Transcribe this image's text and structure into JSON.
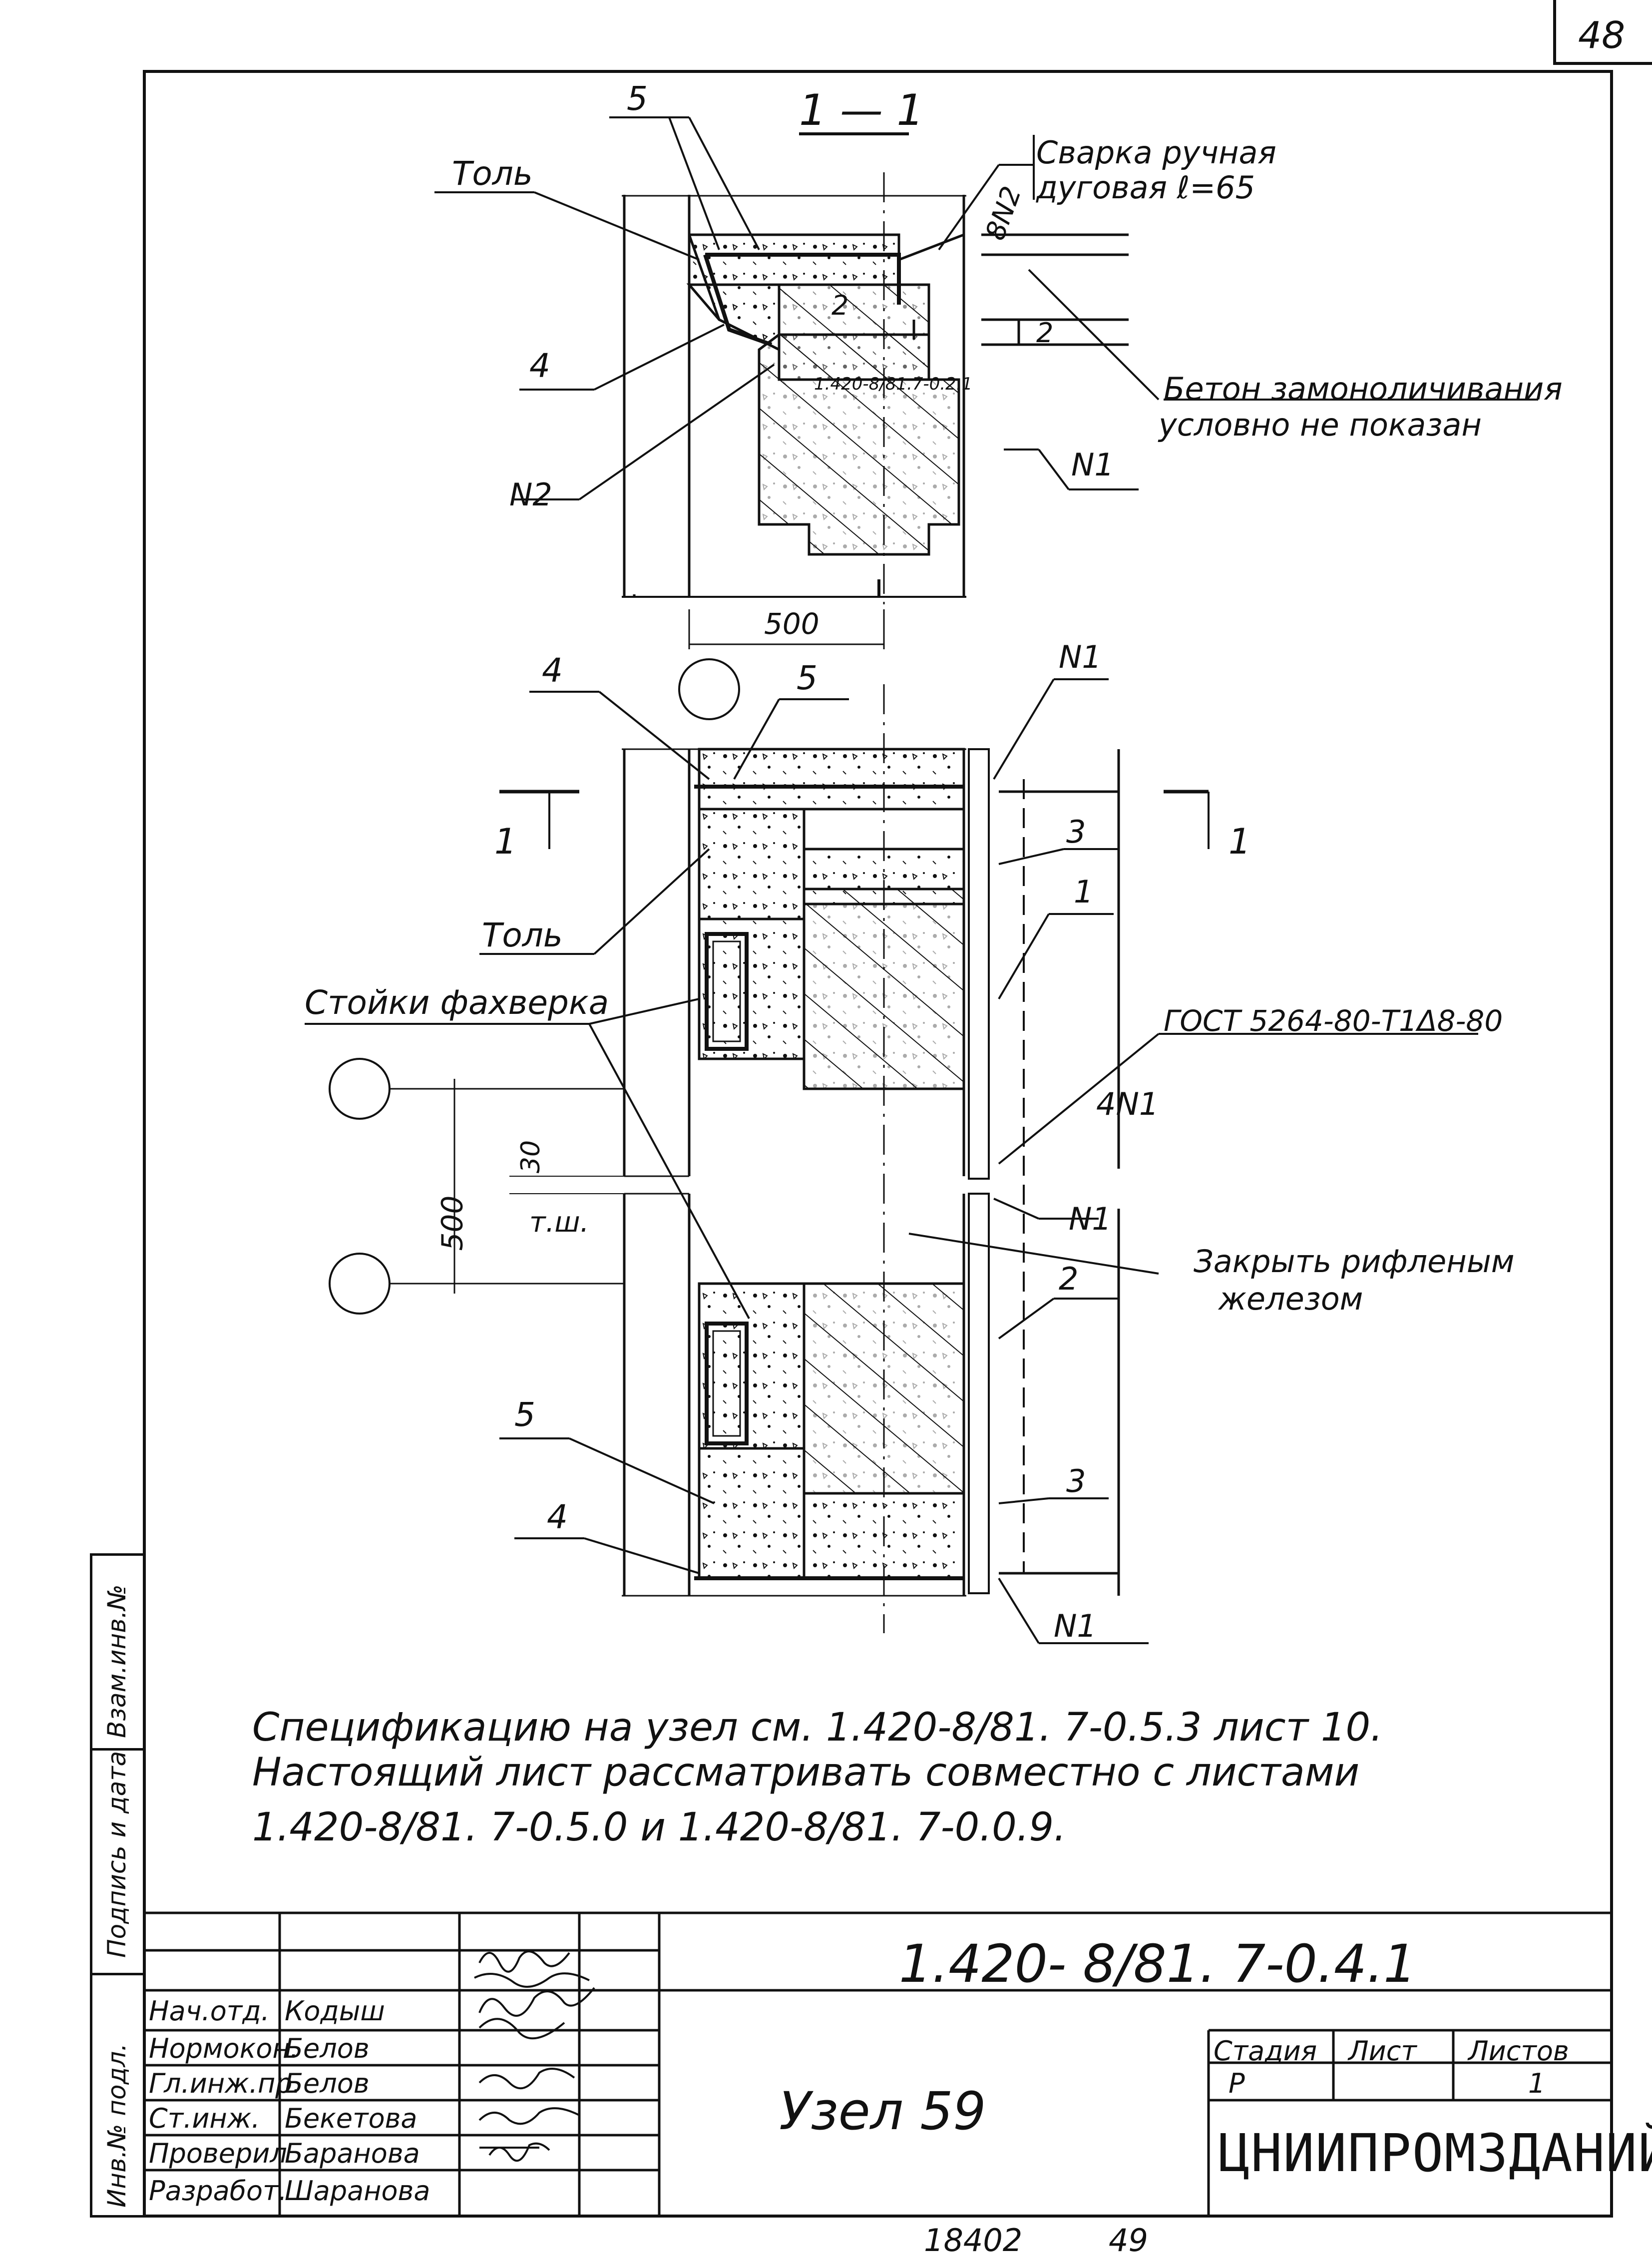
{
  "sheet_number": "48",
  "section_title": "1 — 1",
  "callouts": {
    "tol_top": "Толь",
    "five_top": "5",
    "weld_line1": "Сварка ручная",
    "weld_line2": "дуговая ℓ=65",
    "weld_tag": "8N2",
    "concrete_line1": "Бетон замоноличивания",
    "concrete_line2": "условно не показан",
    "four_top": "4",
    "n2": "N2",
    "n1_top": "N1",
    "two_a": "2",
    "two_b": "2",
    "ref_inner": "1.420-8/81.7-0.2.1",
    "dim_500_top": "500",
    "four_mid": "4",
    "five_mid": "5",
    "n1_mid": "N1",
    "three_a": "3",
    "one_a": "1",
    "sec_left": "1",
    "sec_right": "1",
    "tol_mid": "Толь",
    "stoiki": "Стойки фахверка",
    "gost": "ГОСТ 5264-80-Т1Δ8-80",
    "four_n1": "4N1",
    "dim_30": "30",
    "dim_500_left": "500",
    "tsh": "т.ш.",
    "n1_lower": "N1",
    "close_line1": "Закрыть рифленым",
    "close_line2": "железом",
    "two_c": "2",
    "five_low": "5",
    "three_b": "3",
    "four_low": "4",
    "n1_bottom": "N1"
  },
  "notes": {
    "line1": "Спецификацию на узел см. 1.420-8/81. 7-0.5.3 лист 10.",
    "line2": "Настоящий лист рассматривать совместно с листами",
    "line3": "1.420-8/81. 7-0.5.0 и 1.420-8/81. 7-0.0.9."
  },
  "title_block": {
    "doc_code": "1.420- 8/81. 7-0.4.1",
    "node_title": "Узел 59",
    "org": "ЦНИИПРОМЗДАНИЙ",
    "stage_header": "Стадия",
    "sheet_header": "Лист",
    "sheets_header": "Листов",
    "stage": "Р",
    "sheets_total": "1",
    "staff": [
      {
        "role": "Нач.отд.",
        "name": "Кодыш"
      },
      {
        "role": "Нормокон.",
        "name": "Белов"
      },
      {
        "role": "Гл.инж.пр.",
        "name": "Белов"
      },
      {
        "role": "Ст.инж.",
        "name": "Бекетова"
      },
      {
        "role": "Проверил",
        "name": "Баранова"
      },
      {
        "role": "Разработ.",
        "name": "Шаранова"
      }
    ]
  },
  "side_stamps": {
    "inv_podl": "Инв.№ подл.",
    "podpis": "Подпись и дата",
    "vzam": "Взам.инв.№"
  },
  "footer": {
    "archive": "18402",
    "page": "49"
  }
}
